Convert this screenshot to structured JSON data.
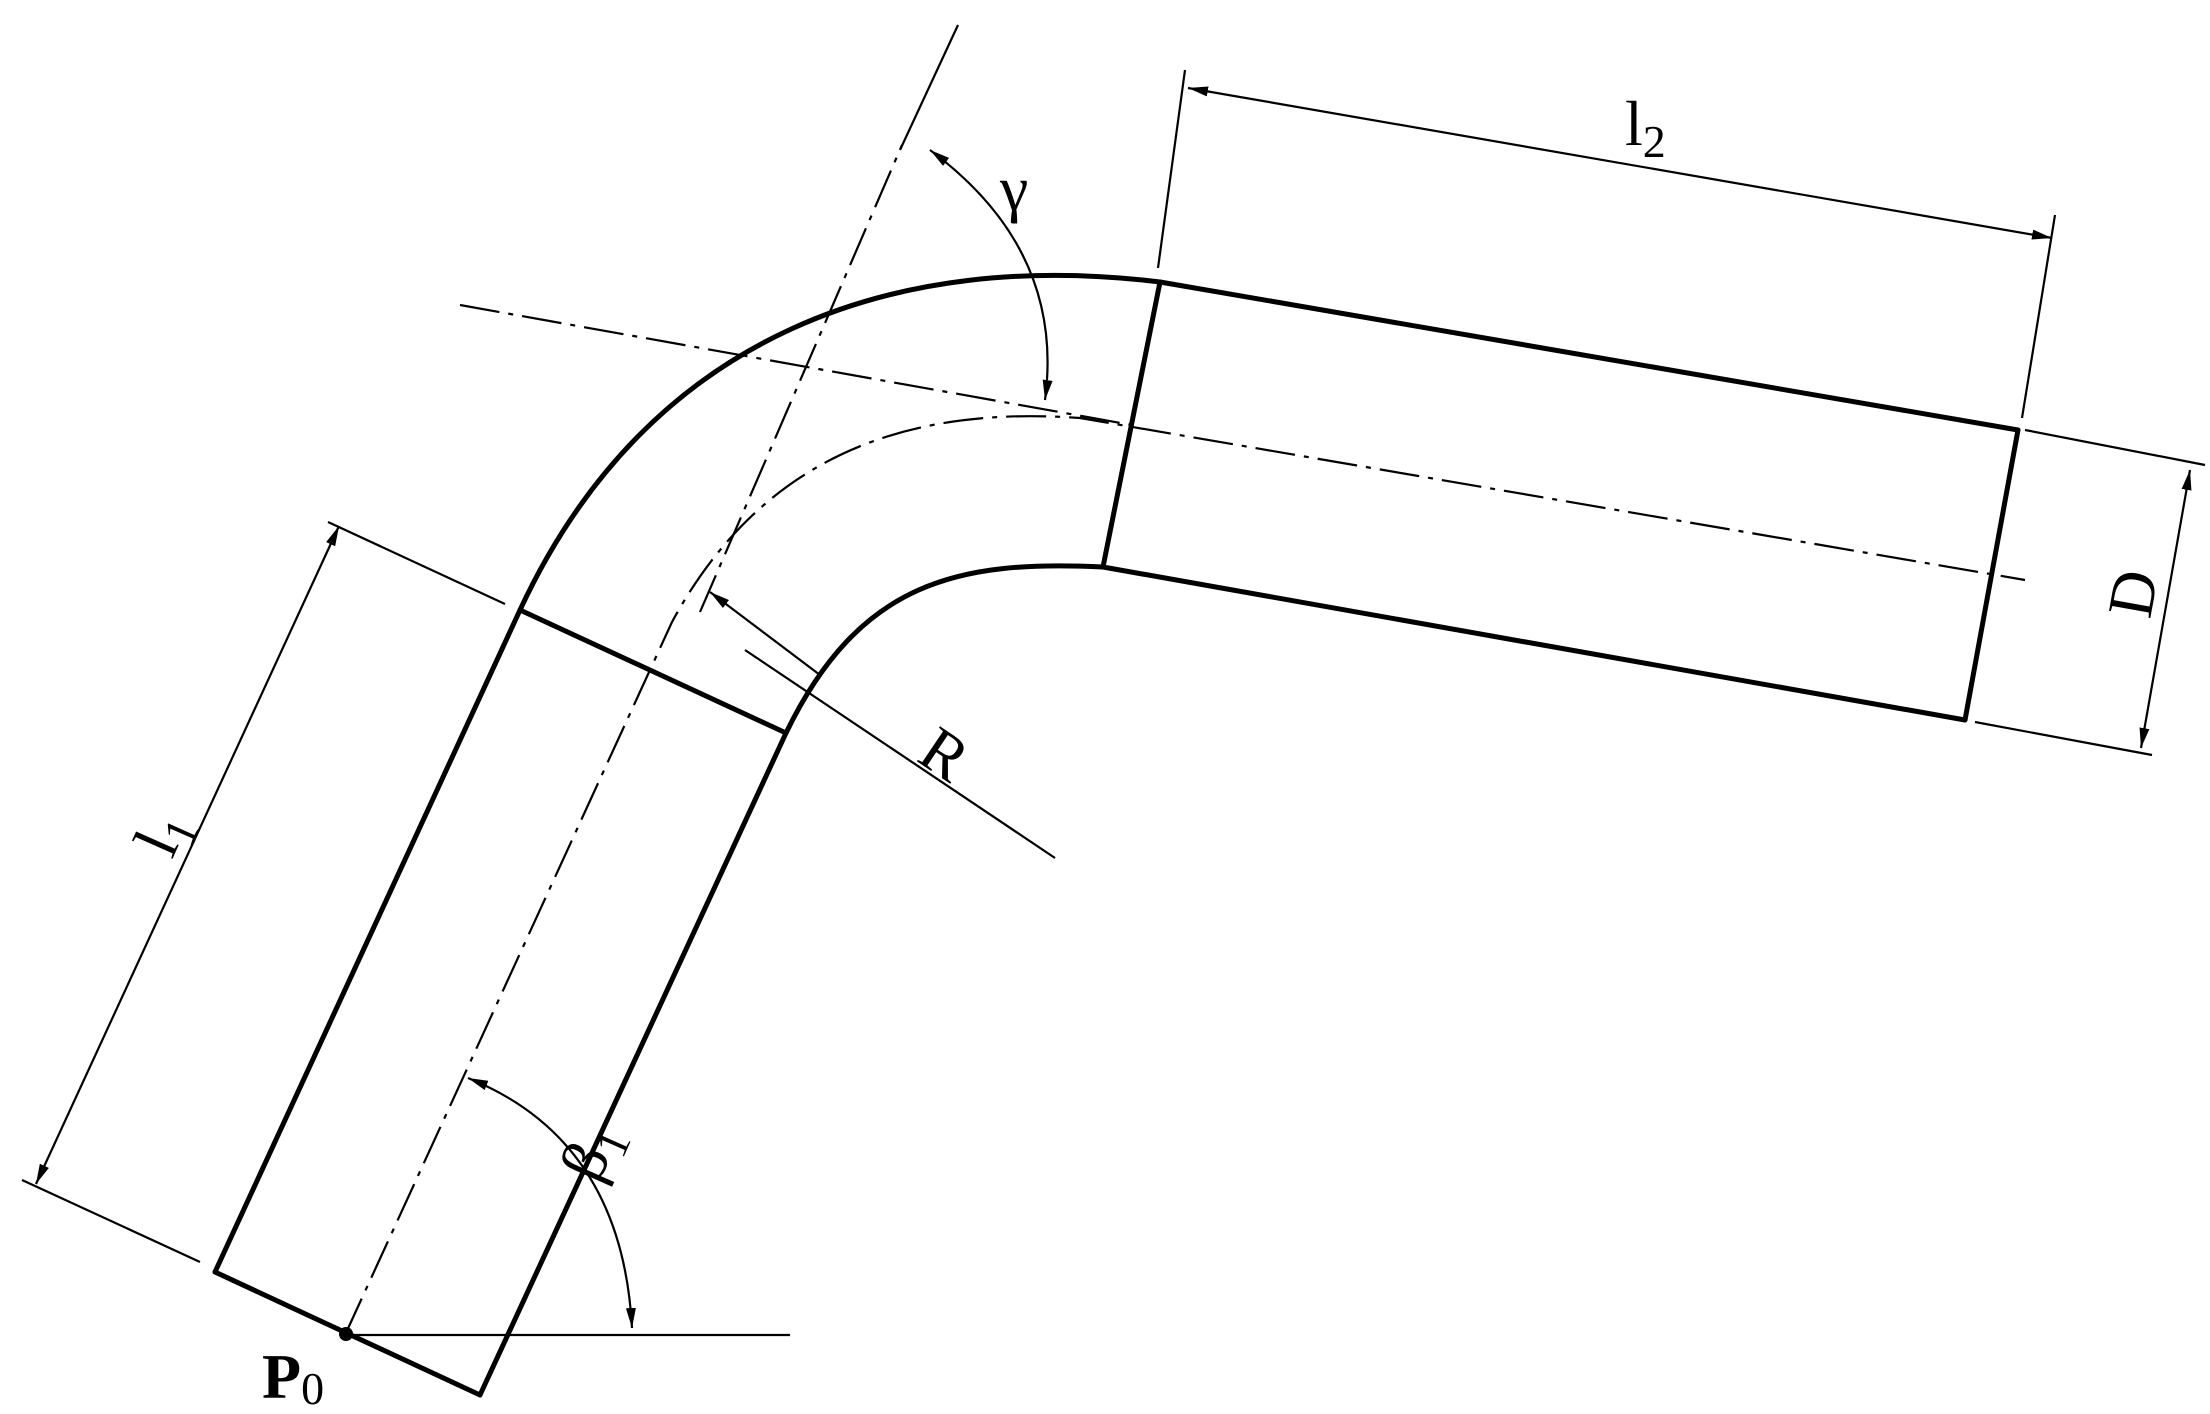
{
  "labels": {
    "l1": "l",
    "l1_sub": "1",
    "l2": "l",
    "l2_sub": "2",
    "gamma": "γ",
    "R": "R",
    "D": "D",
    "beta": "β",
    "beta_sub": "1",
    "p0": "P",
    "p0_sub": "0"
  },
  "colors": {
    "stroke": "#000000",
    "background": "#ffffff"
  }
}
